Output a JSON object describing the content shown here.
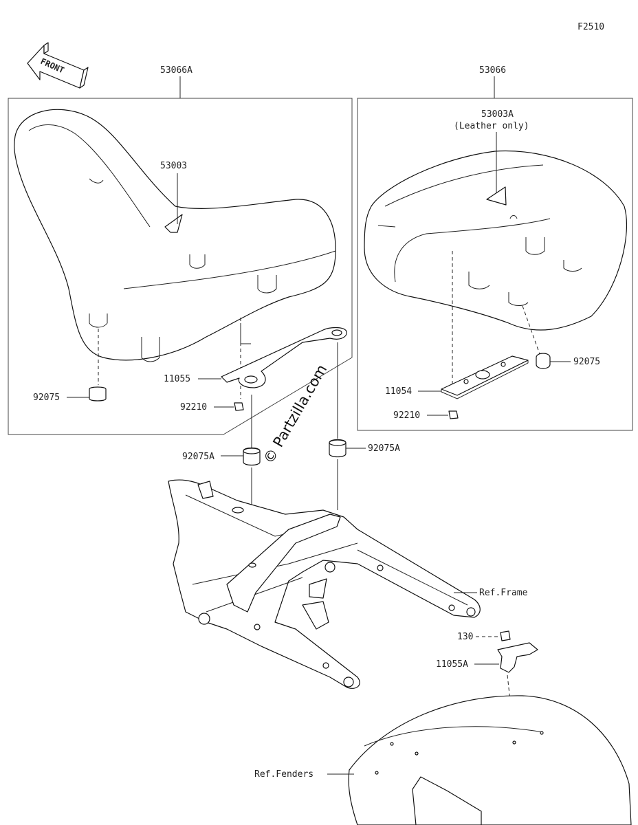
{
  "figure_code": "F2510",
  "front_label": "FRONT",
  "watermark": "© Partzilla.com",
  "labels": {
    "p53066A": "53066A",
    "p53066": "53066",
    "p53003": "53003",
    "p53003A": "53003A",
    "leather_only": "(Leather only)",
    "p92075_left": "92075",
    "p92075_right": "92075",
    "p11055": "11055",
    "p92210_left": "92210",
    "p11054": "11054",
    "p92210_right": "92210",
    "p92075A_left": "92075A",
    "p92075A_right": "92075A",
    "ref_frame": "Ref.Frame",
    "p130": "130",
    "p11055A": "11055A",
    "ref_fenders": "Ref.Fenders"
  }
}
